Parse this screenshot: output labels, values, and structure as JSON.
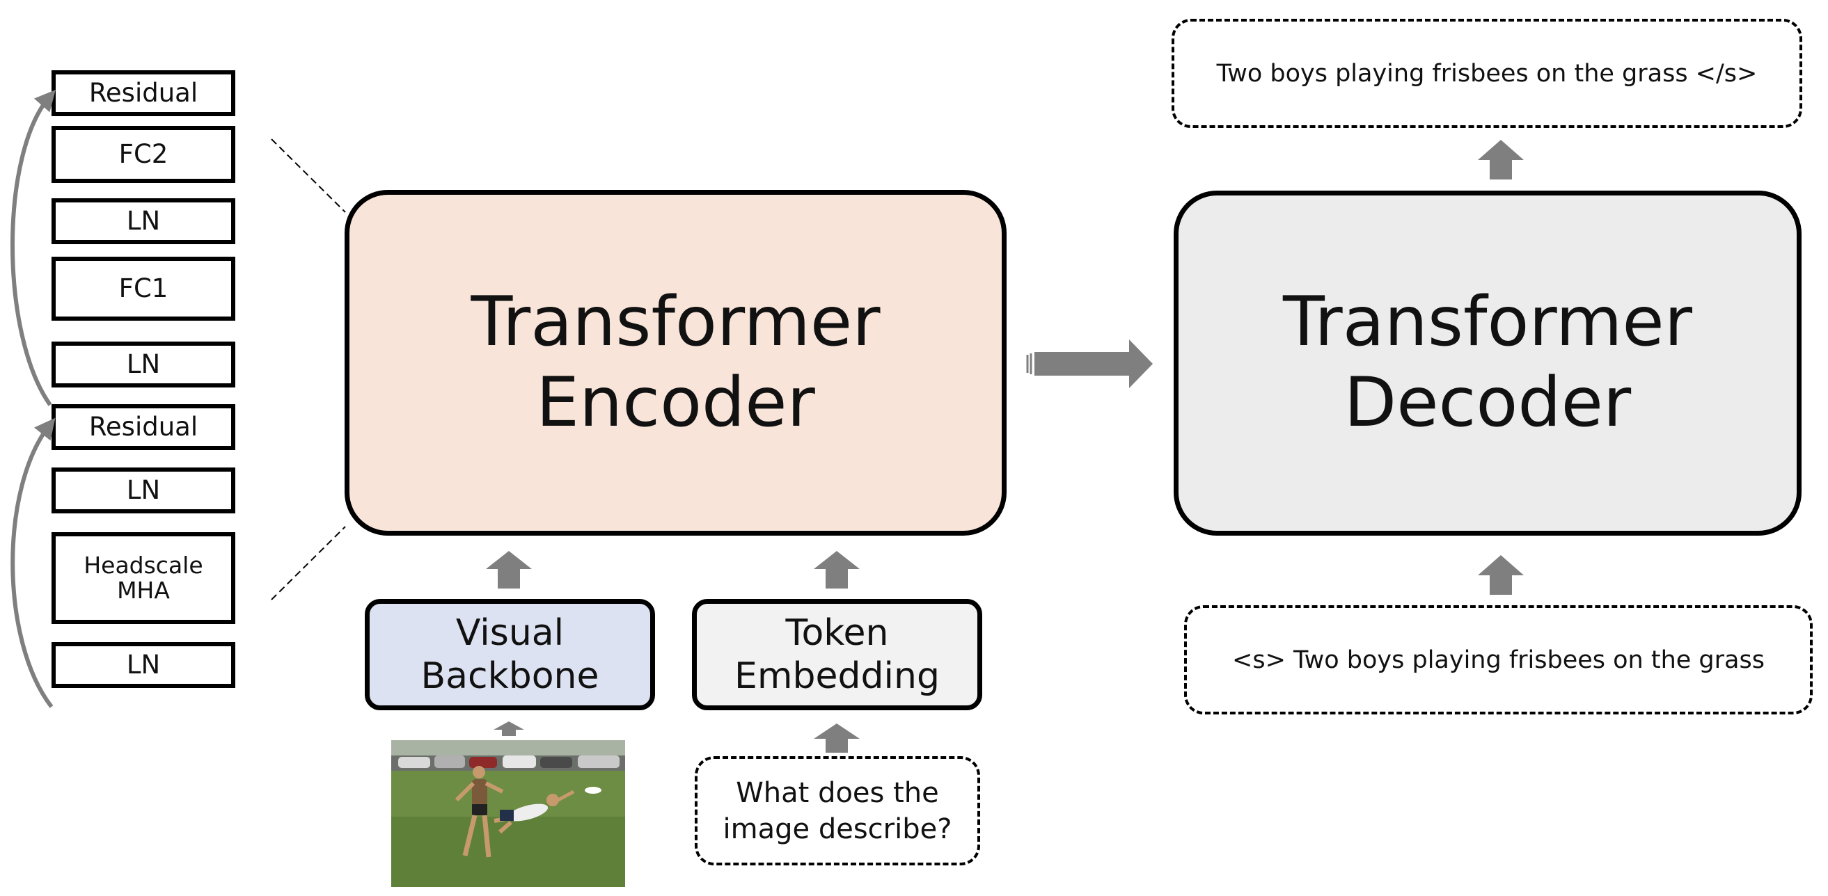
{
  "layer_stack": [
    {
      "id": "residual-top",
      "label": "Residual"
    },
    {
      "id": "fc2",
      "label": "FC2"
    },
    {
      "id": "ln-1",
      "label": "LN"
    },
    {
      "id": "fc1",
      "label": "FC1"
    },
    {
      "id": "ln-2",
      "label": "LN"
    },
    {
      "id": "residual-bottom",
      "label": "Residual"
    },
    {
      "id": "ln-3",
      "label": "LN"
    },
    {
      "id": "mha",
      "label_line1": "Headscale",
      "label_line2": "MHA"
    },
    {
      "id": "ln-4",
      "label": "LN"
    }
  ],
  "encoder": {
    "line1": "Transformer",
    "line2": "Encoder",
    "color": "#f8e4d8"
  },
  "decoder": {
    "line1": "Transformer",
    "line2": "Decoder",
    "color": "#ececec"
  },
  "visual_backbone": {
    "line1": "Visual",
    "line2": "Backbone",
    "color": "#dde2f2"
  },
  "token_embedding": {
    "line1": "Token",
    "line2": "Embedding",
    "color": "#f2f2f2"
  },
  "question": {
    "line1": "What does the",
    "line2": "image describe?"
  },
  "decoder_output": "Two boys playing frisbees on the grass </s>",
  "decoder_input": "<s> Two boys playing frisbees on the grass",
  "arrow_color": "#7f7f7f"
}
